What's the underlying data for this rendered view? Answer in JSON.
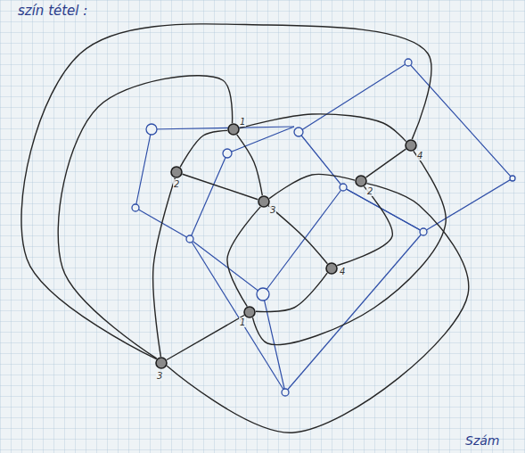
{
  "diagram": {
    "nodes": [
      {
        "text": [
          "1"
        ]
      },
      {
        "text": [
          "4"
        ]
      },
      {
        "text": [
          "2"
        ]
      },
      {
        "text": [
          "2"
        ]
      },
      {
        "text": [
          "3"
        ]
      },
      {
        "text": [
          "4"
        ]
      },
      {
        "text": [
          "1"
        ]
      },
      {
        "text": [
          "3"
        ]
      }
    ],
    "edges": [
      {
        "from": 0,
        "to": 2,
        "arrow": "none"
      },
      {
        "from": 0,
        "to": 4,
        "arrow": "none"
      },
      {
        "from": 2,
        "to": 4,
        "arrow": "none"
      },
      {
        "from": 4,
        "to": 3,
        "arrow": "none"
      },
      {
        "from": 3,
        "to": 1,
        "arrow": "none"
      },
      {
        "from": 0,
        "to": 1,
        "arrow": "none"
      },
      {
        "from": 2,
        "to": 7,
        "arrow": "none"
      },
      {
        "from": 4,
        "to": 6,
        "arrow": "none"
      },
      {
        "from": 4,
        "to": 5,
        "arrow": "none"
      },
      {
        "from": 3,
        "to": 5,
        "arrow": "none"
      },
      {
        "from": 5,
        "to": 6,
        "arrow": "none"
      },
      {
        "from": 6,
        "to": 7,
        "arrow": "none"
      },
      {
        "from": 7,
        "to": 0,
        "arrow": "none"
      },
      {
        "from": 7,
        "to": 1,
        "arrow": "none"
      },
      {
        "from": 7,
        "to": 3,
        "arrow": "none"
      },
      {
        "from": 1,
        "to": 6,
        "arrow": "none"
      }
    ],
    "labels": [
      "szín tétel :",
      "Szám"
    ]
  }
}
